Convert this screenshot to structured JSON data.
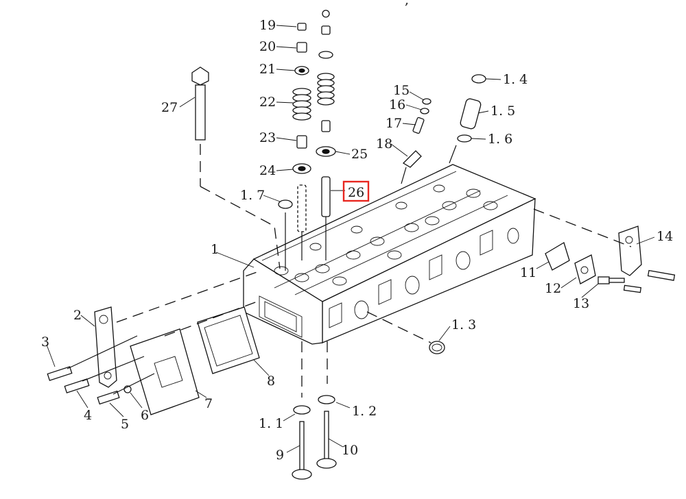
{
  "diagram": {
    "top_text": ", ",
    "highlight_color": "#e8261f",
    "labels": [
      {
        "id": "19",
        "text": "19"
      },
      {
        "id": "20",
        "text": "20"
      },
      {
        "id": "21",
        "text": "21"
      },
      {
        "id": "22",
        "text": "22"
      },
      {
        "id": "23",
        "text": "23"
      },
      {
        "id": "24",
        "text": "24"
      },
      {
        "id": "25",
        "text": "25"
      },
      {
        "id": "26",
        "text": "26"
      },
      {
        "id": "27",
        "text": "27"
      },
      {
        "id": "1_7",
        "text": "1. 7"
      },
      {
        "id": "15",
        "text": "15"
      },
      {
        "id": "16",
        "text": "16"
      },
      {
        "id": "17",
        "text": "17"
      },
      {
        "id": "18",
        "text": "18"
      },
      {
        "id": "1_4",
        "text": "1. 4"
      },
      {
        "id": "1_5",
        "text": "1. 5"
      },
      {
        "id": "1_6",
        "text": "1. 6"
      },
      {
        "id": "14",
        "text": "14"
      },
      {
        "id": "1",
        "text": "1"
      },
      {
        "id": "11",
        "text": "11"
      },
      {
        "id": "12",
        "text": "12"
      },
      {
        "id": "13",
        "text": "13"
      },
      {
        "id": "1_3",
        "text": "1. 3"
      },
      {
        "id": "2",
        "text": "2"
      },
      {
        "id": "3",
        "text": "3"
      },
      {
        "id": "4",
        "text": "4"
      },
      {
        "id": "5",
        "text": "5"
      },
      {
        "id": "6",
        "text": "6"
      },
      {
        "id": "7",
        "text": "7"
      },
      {
        "id": "8",
        "text": "8"
      },
      {
        "id": "1_1",
        "text": "1. 1"
      },
      {
        "id": "1_2",
        "text": "1. 2"
      },
      {
        "id": "9",
        "text": "9"
      },
      {
        "id": "10",
        "text": "10"
      }
    ],
    "highlighted_label": "26"
  }
}
